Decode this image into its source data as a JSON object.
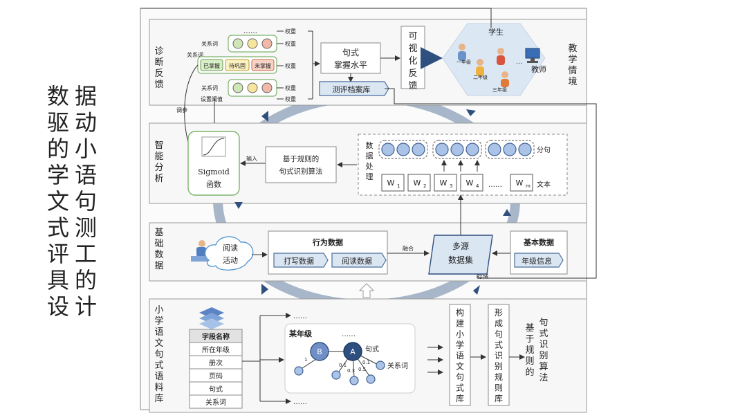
{
  "title_lines": [
    "数据驱动的小学语文句式测评工具的设计"
  ],
  "title_col_left": [
    "数",
    "驱",
    "的",
    "学",
    "文",
    "式",
    "评",
    "具",
    "设"
  ],
  "title_col_right": [
    "据",
    "动",
    "小",
    "语",
    "句",
    "测",
    "工",
    "的",
    "计"
  ],
  "layers": {
    "diagnose": {
      "label_chars": [
        "诊",
        "断",
        "反",
        "馈"
      ]
    },
    "analysis": {
      "label_chars": [
        "智",
        "能",
        "分",
        "析"
      ]
    },
    "data": {
      "label_chars": [
        "基",
        "础",
        "数",
        "据"
      ]
    },
    "corpus": {
      "label_chars": [
        "小",
        "学",
        "语",
        "文",
        "句",
        "式",
        "语",
        "料",
        "库"
      ]
    }
  },
  "diagnose": {
    "dots": "……",
    "row_labels": [
      "关系词",
      "关系词",
      "关系词"
    ],
    "side_label": "关系词",
    "weight": "权重",
    "pills": [
      "已掌握",
      "待巩固",
      "未掌握"
    ],
    "threshold": "设置阈值",
    "adjust": "调参",
    "mastery": "句式掌握水平",
    "archive": "测评档案库",
    "visual": "可视化反馈",
    "situation_chars": [
      "教",
      "学",
      "情",
      "境"
    ],
    "student": "学生",
    "teacher": "教师",
    "grades": [
      "一年级",
      "二年级",
      "三年级"
    ],
    "grade_dots": "…"
  },
  "analysis": {
    "sigmoid": "Sigmoid",
    "sigmoid_sub": "函数",
    "input": "输入",
    "rule_algo": "基于规则的句式识别算法",
    "processing_chars": [
      "数",
      "据",
      "处",
      "理"
    ],
    "sentence": "分句",
    "text": "文本",
    "words": [
      "W",
      "W",
      "W",
      "W",
      "W"
    ],
    "word_subs": [
      "1",
      "2",
      "3",
      "4",
      "m"
    ],
    "dots": "……"
  },
  "base": {
    "reading": "阅读活动",
    "behavior": "行为数据",
    "writing_data": "打写数据",
    "reading_data": "阅读数据",
    "fuse": "融合",
    "multi": "多源数据集",
    "basic": "基本数据",
    "grade_info": "年级信息",
    "store": "存储"
  },
  "corpus": {
    "table_header": "字段名称",
    "fields": [
      "所在年级",
      "册次",
      "页码",
      "句式",
      "关系词"
    ],
    "grade": "某年级",
    "sentence": "句式",
    "relword": "关系词",
    "node_b": "B",
    "node_a": "A",
    "weights": [
      "1",
      "0.1",
      "0.3",
      "0.5",
      "0.1"
    ],
    "dots": "……",
    "build_chars": [
      "构",
      "建",
      "小",
      "学",
      "语",
      "文",
      "句",
      "式",
      "库"
    ],
    "form_chars": [
      "形",
      "成",
      "句",
      "式",
      "识",
      "别",
      "规",
      "则",
      "库"
    ],
    "algo_col1": [
      "基",
      "于",
      "规",
      "则",
      "的"
    ],
    "algo_col2": [
      "句",
      "式",
      "识",
      "别",
      "算",
      "法"
    ]
  }
}
